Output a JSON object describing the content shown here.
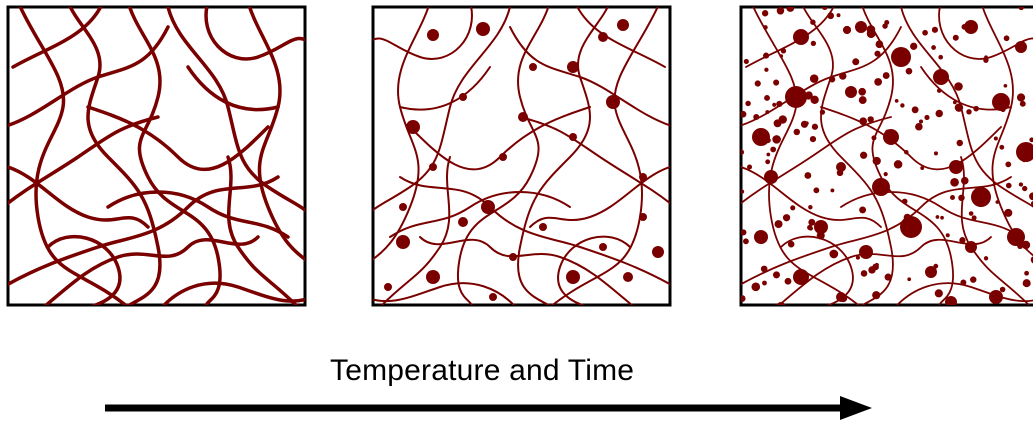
{
  "caption": "Temperature and Time",
  "colors": {
    "fiber": "#7a0000",
    "frame": "#000000",
    "arrow": "#000000",
    "background": "#ffffff"
  },
  "panels": [
    {
      "name": "stage-1",
      "particles": "none"
    },
    {
      "name": "stage-2",
      "particles": "sparse"
    },
    {
      "name": "stage-3",
      "particles": "dense"
    }
  ],
  "arrow": {
    "direction": "right",
    "icon": "right-arrow-icon"
  }
}
